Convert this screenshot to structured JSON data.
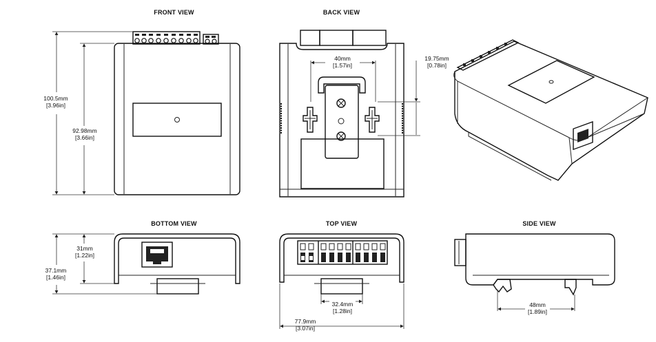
{
  "views": {
    "front": "FRONT VIEW",
    "back": "BACK VIEW",
    "bottom": "BOTTOM VIEW",
    "top": "TOP VIEW",
    "side": "SIDE VIEW"
  },
  "dimensions": {
    "height_total": {
      "mm": "100.5mm",
      "in": "[3.96in]"
    },
    "height_body": {
      "mm": "92.98mm",
      "in": "[3.66in]"
    },
    "rail_width": {
      "mm": "40mm",
      "in": "[1.57in]"
    },
    "rail_offset": {
      "mm": "19.75mm",
      "in": "[0.78in]"
    },
    "bottom_depth_inner": {
      "mm": "31mm",
      "in": "[1.22in]"
    },
    "bottom_depth_total": {
      "mm": "37.1mm",
      "in": "[1.46in]"
    },
    "clip_width": {
      "mm": "32.4mm",
      "in": "[1.28in]"
    },
    "width_total": {
      "mm": "77.9mm",
      "in": "[3.07in]"
    },
    "side_clip": {
      "mm": "48mm",
      "in": "[1.89in]"
    }
  }
}
